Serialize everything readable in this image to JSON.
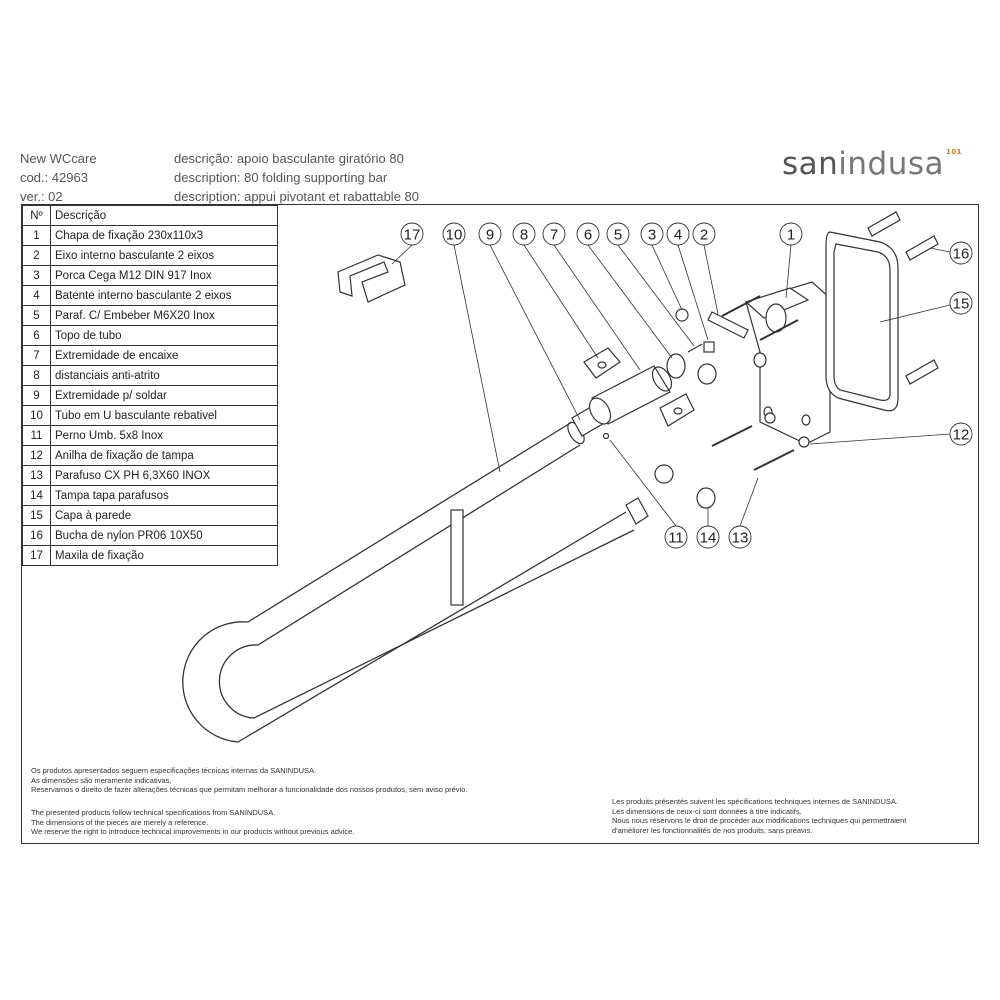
{
  "header": {
    "product": "New WCcare",
    "code": "cod.: 42963",
    "version": "ver.: 02",
    "desc_pt": "descrição: apoio basculante giratório 80",
    "desc_en": "description: 80 folding supporting bar",
    "desc_fr": "description: appui pivotant et rabattable 80"
  },
  "logo": {
    "part1": "san",
    "part2": "indusa",
    "mark": "101"
  },
  "table": {
    "col_num": "Nº",
    "col_desc": "Descrição",
    "rows": [
      {
        "num": "1",
        "desc": "Chapa de fixação 230x110x3"
      },
      {
        "num": "2",
        "desc": "Eixo interno basculante 2 eixos"
      },
      {
        "num": "3",
        "desc": "Porca Cega M12 DIN 917 Inox"
      },
      {
        "num": "4",
        "desc": "Batente interno basculante 2 eixos"
      },
      {
        "num": "5",
        "desc": "Paraf. C/ Embeber  M6X20 Inox"
      },
      {
        "num": "6",
        "desc": "Topo de tubo"
      },
      {
        "num": "7",
        "desc": "Extremidade de encaixe"
      },
      {
        "num": "8",
        "desc": "distanciais anti-atrito"
      },
      {
        "num": "9",
        "desc": "Extremidade p/ soldar"
      },
      {
        "num": "10",
        "desc": "Tubo em U basculante rebativel"
      },
      {
        "num": "11",
        "desc": "Perno Umb.  5x8   Inox"
      },
      {
        "num": "12",
        "desc": "Anilha de fixação de tampa"
      },
      {
        "num": "13",
        "desc": "Parafuso CX PH 6,3X60 INOX"
      },
      {
        "num": "14",
        "desc": "Tampa tapa parafusos"
      },
      {
        "num": "15",
        "desc": "Capa à parede"
      },
      {
        "num": "16",
        "desc": "Bucha de nylon PR06 10X50"
      },
      {
        "num": "17",
        "desc": "Maxila de fixação"
      }
    ]
  },
  "callouts": {
    "c1": "1",
    "c2": "2",
    "c3": "3",
    "c4": "4",
    "c5": "5",
    "c6": "6",
    "c7": "7",
    "c8": "8",
    "c9": "9",
    "c10": "10",
    "c11": "11",
    "c12": "12",
    "c13": "13",
    "c14": "14",
    "c15": "15",
    "c16": "16",
    "c17": "17"
  },
  "footer": {
    "pt": [
      "Os produtos apresentados seguem especificações técnicas internas da SANINDUSA.",
      "As dimensões são meramente indicativas.",
      "Reservamos o direito de fazer alterações técnicas que permitam melhorar a funcionalidade dos nossos produtos, sem aviso prévio."
    ],
    "en": [
      "The presented products follow technical specifications from SANINDUSA.",
      "The dimensions of the pieces are merely a reference.",
      "We reserve the right to introduce technical improvements in our products without previous advice."
    ],
    "fr": [
      "Les produits présentés suivent les spécifications techniques internes de SANINDUSA.",
      "Les dimensions de ceux-ci sont données à titre indicatifs.",
      "Nous nous réservons le droit de procéder aux modifications techniques qui permettraient",
      "d'améliorer les fonctionnalités de nos produits, sans préavis."
    ]
  },
  "colors": {
    "logo_accent": "#e07a10",
    "line": "#333333"
  }
}
